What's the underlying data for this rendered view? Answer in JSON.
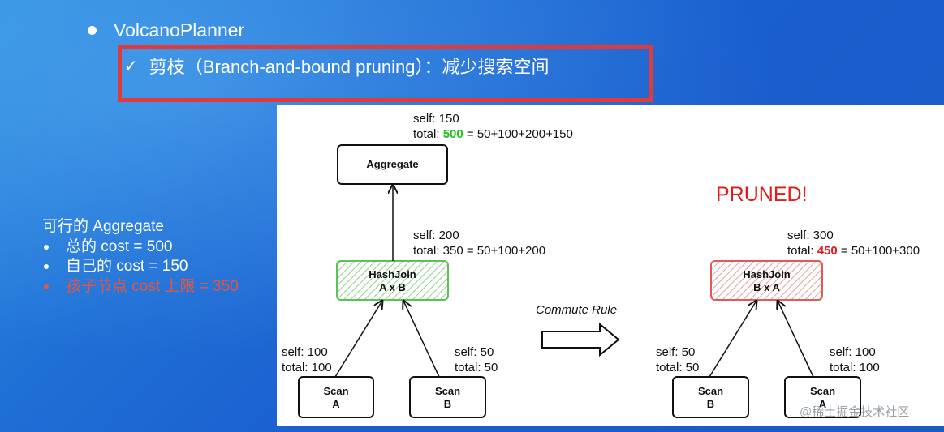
{
  "header": {
    "bullet_title": "VolcanoPlanner",
    "sub_bullet": "剪枝（Branch-and-bound pruning）：减少搜索空间"
  },
  "notes": {
    "title": "可行的 Aggregate",
    "items": [
      {
        "text": "总的 cost = 500",
        "highlight": false
      },
      {
        "text": "自己的 cost = 150",
        "highlight": false
      },
      {
        "text": "孩子节点 cost 上限 = 350",
        "highlight": true
      }
    ]
  },
  "diagram": {
    "aggregate": {
      "label": "Aggregate",
      "self": "self: 150",
      "total_prefix": "total: ",
      "total_value": "500",
      "total_suffix": " = 50+100+200+150"
    },
    "left_join": {
      "label1": "HashJoin",
      "label2": "A x B",
      "self": "self: 200",
      "total": "total: 350 = 50+100+200"
    },
    "left_scan_a": {
      "label1": "Scan",
      "label2": "A",
      "self": "self: 100",
      "total": "total: 100"
    },
    "left_scan_b": {
      "label1": "Scan",
      "label2": "B",
      "self": "self: 50",
      "total": "total: 50"
    },
    "pruned_label": "PRUNED!",
    "commute_label": "Commute Rule",
    "right_join": {
      "label1": "HashJoin",
      "label2": "B x A",
      "self": "self: 300",
      "total_prefix": "total: ",
      "total_value": "450",
      "total_suffix": " = 50+100+300"
    },
    "right_scan_b": {
      "label1": "Scan",
      "label2": "B",
      "self": "self: 50",
      "total": "total:  50"
    },
    "right_scan_a": {
      "label1": "Scan",
      "label2": "A",
      "self": "self: 100",
      "total": "total: 100"
    }
  },
  "colors": {
    "accent_green": "#22c01f",
    "accent_red": "#e01b1b",
    "highlight_border": "#e03a3a"
  },
  "watermark": "@稀土掘金技术社区"
}
